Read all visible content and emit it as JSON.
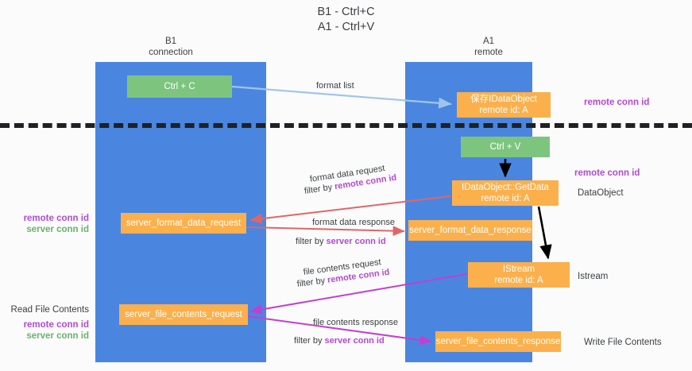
{
  "title": {
    "line1": "B1 - Ctrl+C",
    "line2": "A1 - Ctrl+V"
  },
  "columns": [
    {
      "name": "B1",
      "sub": "connection"
    },
    {
      "name": "A1",
      "sub": "remote"
    }
  ],
  "nodes": {
    "ctrl_c": {
      "label": "Ctrl + C",
      "color": "#7dc57f"
    },
    "save_dataobject": {
      "line1": "保存IDataObject",
      "line2": "remote id: A",
      "color": "#fbb04c"
    },
    "ctrl_v": {
      "label": "Ctrl + V",
      "color": "#7dc57f"
    },
    "getdata": {
      "line1": "IDataObject::GetData",
      "line2": "remote id: A",
      "color": "#fbb04c"
    },
    "server_format_data_request": {
      "label": "server_format_data_request",
      "color": "#fbb04c"
    },
    "server_format_data_response": {
      "label": "server_format_data_response",
      "color": "#fbb04c"
    },
    "istream": {
      "line1": "IStream",
      "line2": "remote id: A",
      "color": "#fbb04c"
    },
    "server_file_contents_request": {
      "label": "server_file_contents_request",
      "color": "#fbb04c"
    },
    "server_file_contents_response": {
      "label": "server_file_contents_response",
      "color": "#fbb04c"
    }
  },
  "flows": {
    "format_list": "format list",
    "format_data_request": "format data request",
    "format_data_request_filter_prefix": "filter by ",
    "format_data_request_filter_key": "remote conn id",
    "format_data_response": "format data response",
    "format_data_response_filter_prefix": "filter by ",
    "format_data_response_filter_key": "server conn id",
    "file_contents_request": "file contents request",
    "file_contents_request_filter_prefix": "filter by ",
    "file_contents_request_filter_key": "remote conn id",
    "file_contents_response": "file contents response",
    "file_contents_response_filter_prefix": "filter by ",
    "file_contents_response_filter_key": "server conn id"
  },
  "right_labels": {
    "remote_conn_id_top": "remote conn id",
    "remote_conn_id_mid": "remote conn id",
    "dataobject": "DataObject",
    "istream": "Istream",
    "write_file_contents": "Write File Contents"
  },
  "left_labels": {
    "remote_conn_id_1": "remote conn id",
    "server_conn_id_1": "server conn id",
    "read_file_contents": "Read File Contents",
    "remote_conn_id_2": "remote conn id",
    "server_conn_id_2": "server conn id"
  },
  "colors": {
    "lane": "#4a86e0",
    "green_node": "#7dc57f",
    "orange_node": "#fbb04c",
    "remote_conn_id": "#b14ad6",
    "server_conn_id": "#68b36b",
    "arrow_blue": "#9fc5ef",
    "arrow_red": "#e06666",
    "arrow_magenta": "#c23fd0",
    "arrow_black": "#000000",
    "divider": "#202124",
    "background": "#fbfbfb"
  }
}
